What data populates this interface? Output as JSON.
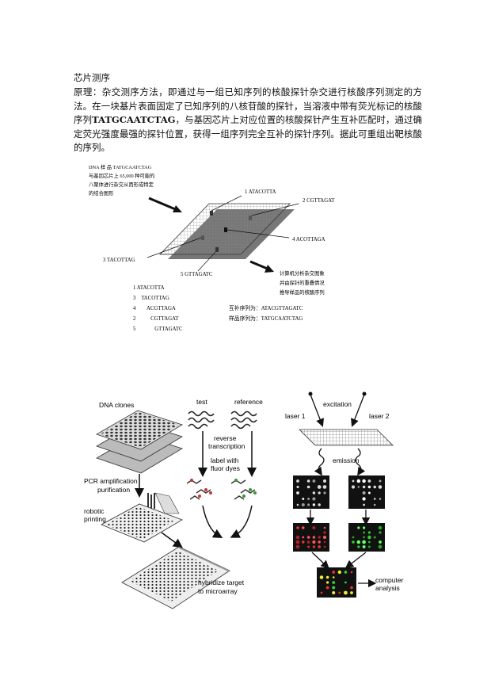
{
  "heading": "芯片测序",
  "paragraph": {
    "part1": "原理：杂交测序方法，即通过与一组已知序列的核酸探针杂交进行核酸序列测定的方法。在一块基片表面固定了已知序列的八核苷酸的探针，当溶液中带有荧光标记的核酸序列",
    "sequence": "TATGCAATCTAG",
    "part2": "，与基因芯片上对应位置的核酸探针产生互补匹配时，通过确定荧光强度最强的探针位置，获得一组序列完全互补的探针序列。据此可重组出靶核酸的序列。"
  },
  "figure1": {
    "note_dna": [
      "DNA  样 品  TATGCAATCTAG",
      "与基因芯片上  65,000  种可能的",
      "八聚体进行杂交从而形成特定",
      "的结合图形"
    ],
    "probe_labels": [
      "1 ATACOTTA",
      "2 CGTTAGAT",
      "4 ACOTTAGA",
      "3 TACOTTAG",
      "5 GTTAGATC"
    ],
    "note_computer": [
      "计算机分析杂交图象",
      "并由探针的重叠情况",
      "推导样品的核酸序列"
    ],
    "alignment": [
      "1 ATACOTTA",
      "3    TACOTTAG",
      "4       ACGTTAGA",
      "2          CGTTAGAT",
      "5             GTTAGATC"
    ],
    "complement": "互补序列为：ATACGTTAGATC",
    "sample": "样品序列为：TATGCAATCTAG"
  },
  "figure2": {
    "dna_clones": "DNA clones",
    "pcr": [
      "PCR amplification",
      "purification"
    ],
    "robotic": [
      "robotic",
      "printing"
    ],
    "test": "test",
    "reference": "reference",
    "reverse": [
      "reverse",
      "transcription"
    ],
    "label": [
      "label with",
      "fluor dyes"
    ],
    "hybridize": [
      "hybridize target",
      "to microarray"
    ],
    "excitation": "excitation",
    "laser1": "laser 1",
    "laser2": "laser 2",
    "emission": "emission",
    "computer": [
      "computer",
      "analysis"
    ]
  }
}
